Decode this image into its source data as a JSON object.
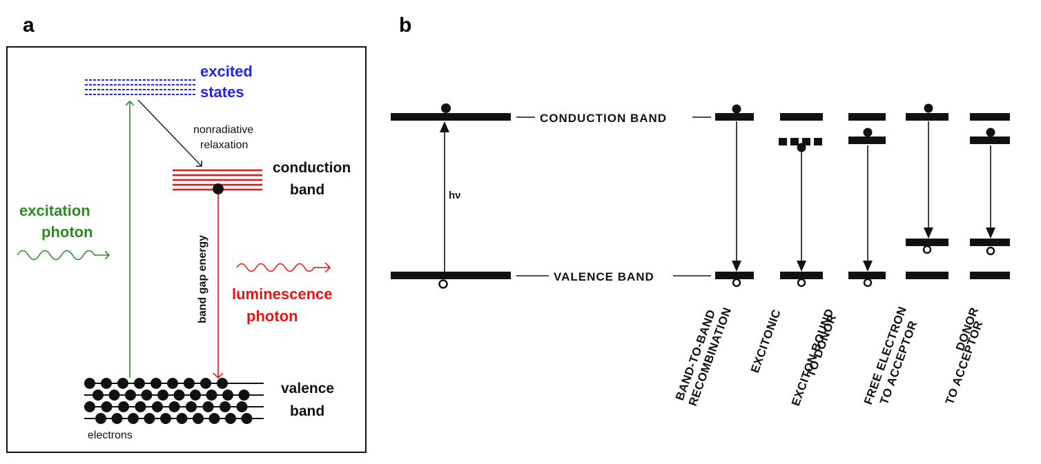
{
  "panel_a": {
    "letter": "a",
    "excited_line1": "excited",
    "excited_line2": "states",
    "nonrad_line1": "nonradiative",
    "nonrad_line2": "relaxation",
    "cond_line1": "conduction",
    "cond_line2": "band",
    "excitation_line1": "excitation",
    "excitation_line2": "photon",
    "band_gap": "band gap energy",
    "lum_line1": "luminescence",
    "lum_line2": "photon",
    "valence_line1": "valence",
    "valence_line2": "band",
    "electrons": "electrons",
    "colors": {
      "excited": "#2222ee",
      "excitation": "#2a8a22",
      "luminescence": "#ee1111"
    }
  },
  "panel_b": {
    "letter": "b",
    "conduction_band": "CONDUCTION BAND",
    "valence_band": "VALENCE BAND",
    "hv": "hν",
    "mechanisms": [
      {
        "line1": "BAND-TO-BAND",
        "line2": "RECOMBINATION"
      },
      {
        "line1": "EXCITONIC",
        "line2": ""
      },
      {
        "line1": "EXCITON BOUND",
        "line2": "TO DONOR"
      },
      {
        "line1": "FREE ELECTRON",
        "line2": "TO ACCEPTOR"
      },
      {
        "line1": "DONOR",
        "line2": "TO ACCEPTOR"
      }
    ]
  }
}
